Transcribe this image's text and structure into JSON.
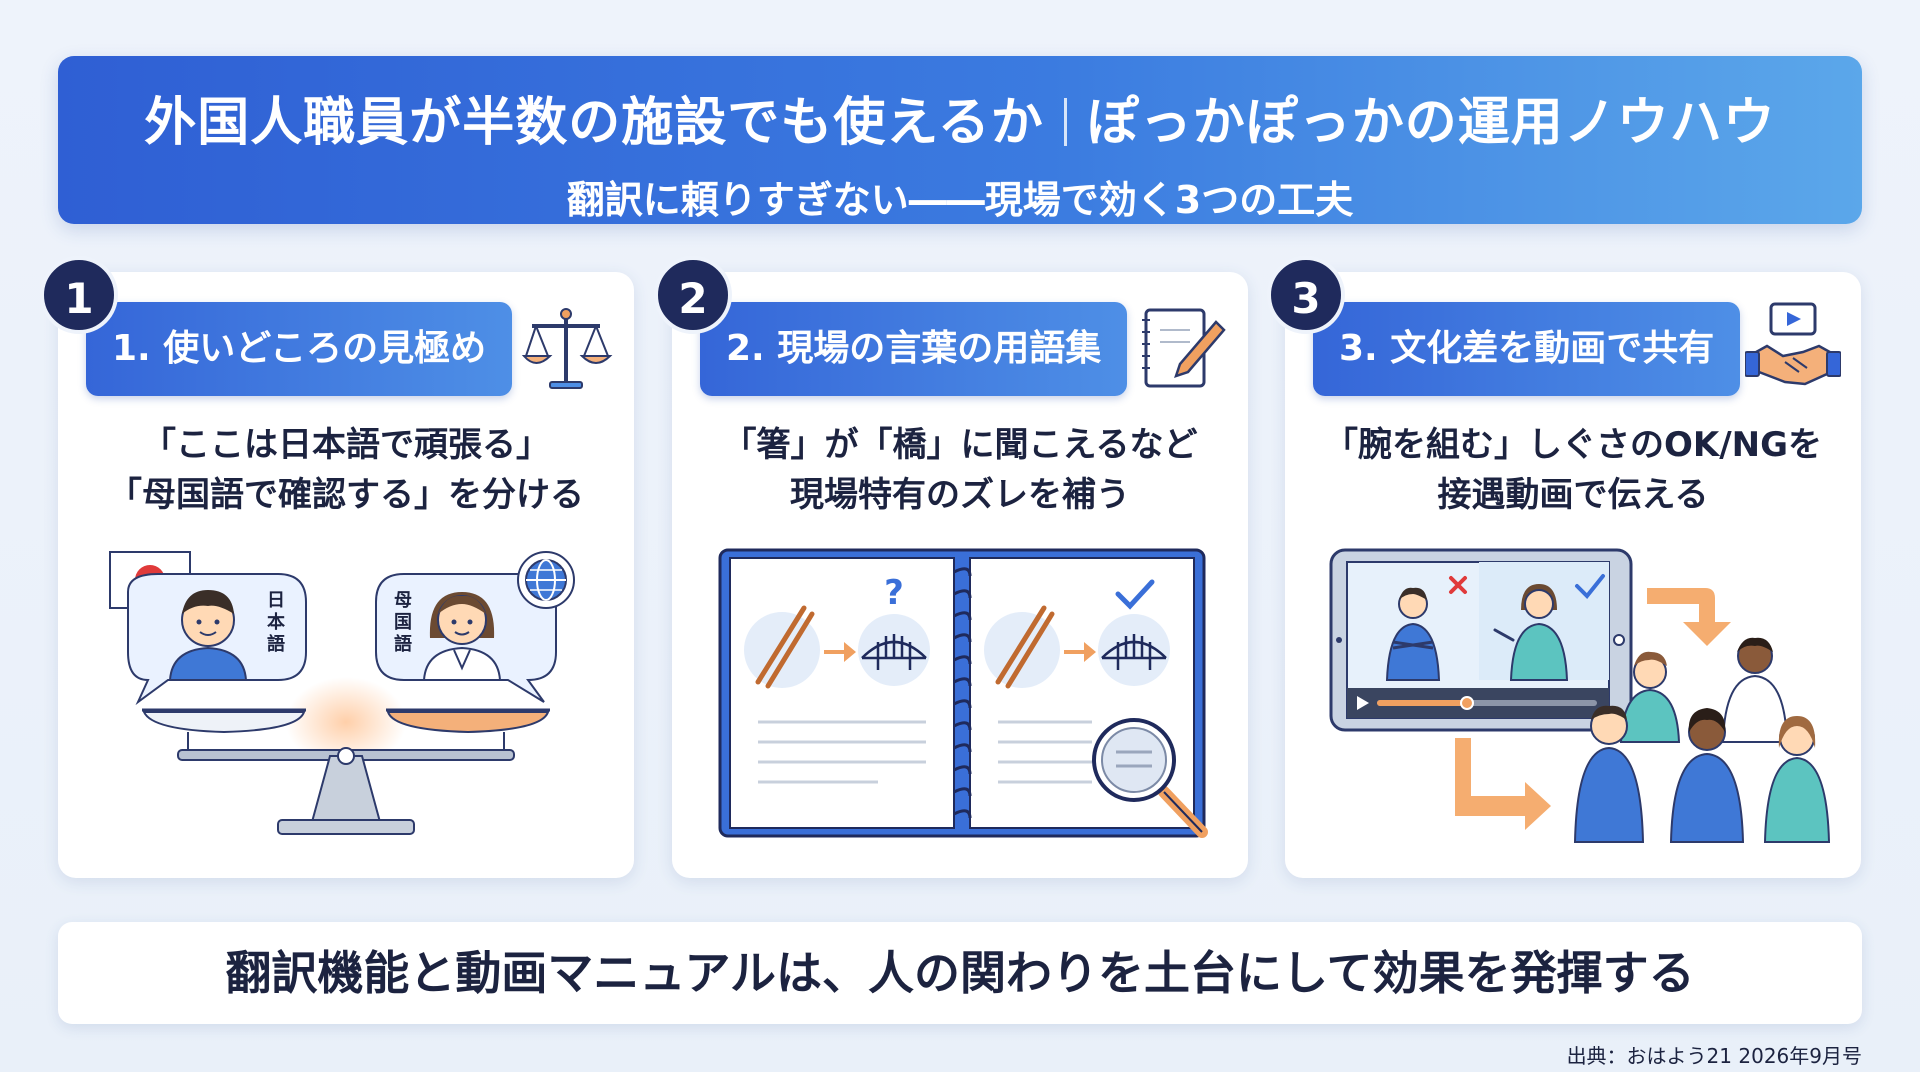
{
  "header": {
    "title_left": "外国人職員が半数の施設でも使えるか",
    "title_right": "ぽっかぽっかの運用ノウハウ",
    "subtitle": "翻訳に頼りすぎない――現場で効く3つの工夫"
  },
  "cards": [
    {
      "number": "1",
      "label": "1. 使いどころの見極め",
      "desc_line1": "「ここは日本語で頑張る」",
      "desc_line2": "「母国語で確認する」を分ける",
      "icon": "scale-icon",
      "illus_text_left": [
        "日",
        "本",
        "語"
      ],
      "illus_text_right": [
        "母",
        "国",
        "語"
      ]
    },
    {
      "number": "2",
      "label": "2. 現場の言葉の用語集",
      "desc_line1": "「箸」が「橋」に聞こえるなど",
      "desc_line2": "現場特有のズレを補う",
      "icon": "notebook-pencil-icon",
      "question_mark": "?"
    },
    {
      "number": "3",
      "label": "3. 文化差を動画で共有",
      "desc_line1": "「腕を組む」しぐさのOK/NGを",
      "desc_line2": "接遇動画で伝える",
      "icon": "video-handshake-icon"
    }
  ],
  "bottom_message": "翻訳機能と動画マニュアルは、人の関わりを土台にして効果を発揮する",
  "source": "出典：おはよう21 2026年9月号",
  "colors": {
    "accent_blue": "#3566d8",
    "navy": "#1f2a5c",
    "orange": "#f0a060"
  }
}
